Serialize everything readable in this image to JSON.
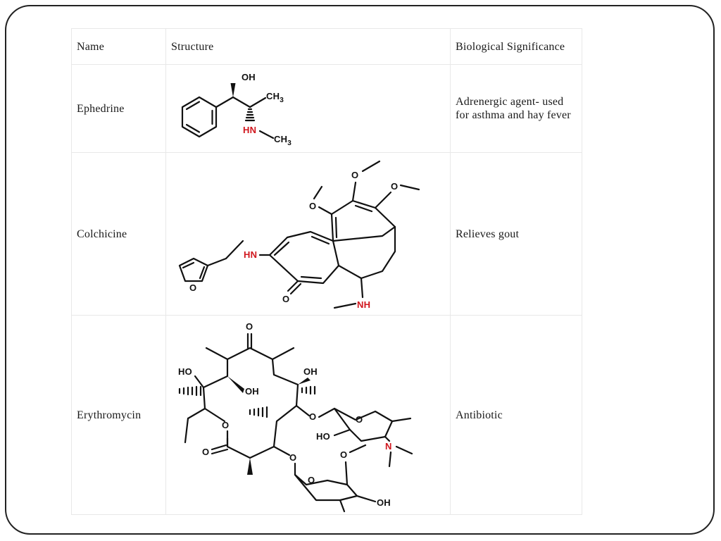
{
  "table": {
    "headers": {
      "name": "Name",
      "structure": "Structure",
      "significance": "Biological Significance"
    },
    "rows": [
      {
        "name": "Ephedrine",
        "significance": "Adrenergic agent- used for asthma and hay fever",
        "structure_labels": {
          "oh": "OH",
          "ch3_top": "CH",
          "ch3_top_sub": "3",
          "hn": "HN",
          "ch3_bot": "CH",
          "ch3_bot_sub": "3"
        }
      },
      {
        "name": "Colchicine",
        "significance": "Relieves gout",
        "structure_labels": {
          "hn": "HN",
          "o_furan": "O",
          "o_ketone": "O",
          "nh": "NH",
          "ome1": "O",
          "ome2": "O",
          "ome3": "O"
        }
      },
      {
        "name": "Erythromycin",
        "significance": "Antibiotic",
        "structure_labels": {
          "o_ketone": "O",
          "ho1": "HO",
          "oh1": "OH",
          "oh2": "OH",
          "o_ring": "O",
          "o_lactone": "O",
          "o_link1": "O",
          "o_sugar1": "O",
          "ho2": "HO",
          "n": "N",
          "o_link2": "O",
          "o_sugar2": "O",
          "o_me": "O",
          "oh3": "OH"
        }
      }
    ]
  },
  "colors": {
    "heteroatom_red": "#d0161d",
    "text": "#1a1a1a",
    "frame": "#222222"
  }
}
